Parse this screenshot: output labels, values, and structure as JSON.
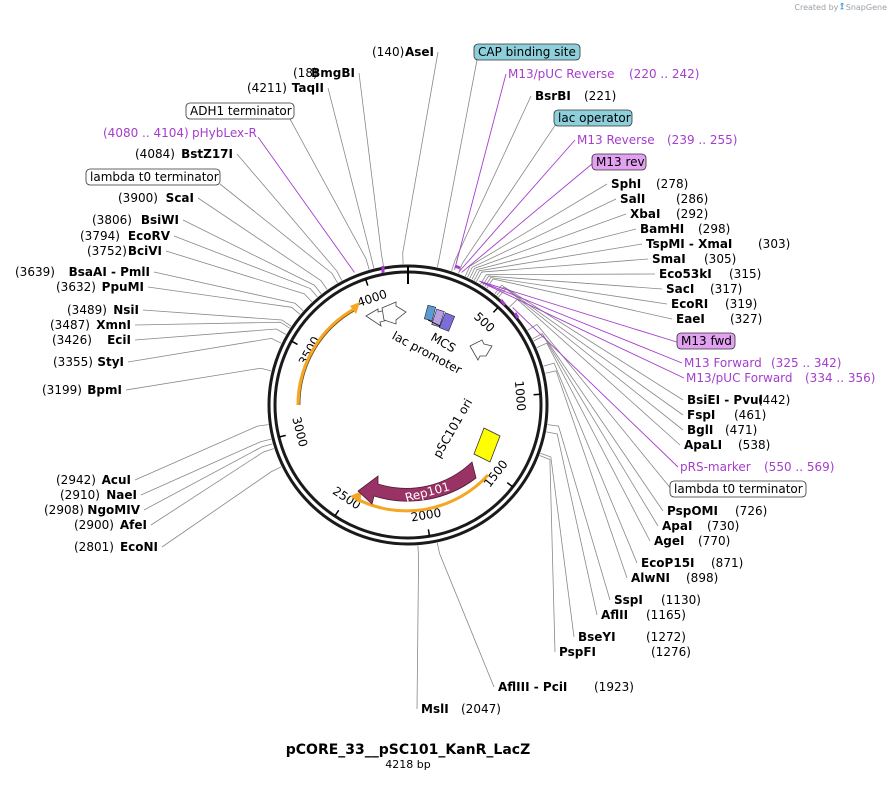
{
  "credit": {
    "prefix": "Created by",
    "brand": "SnapGene"
  },
  "plasmid": {
    "name": "pCORE_33__pSC101_KanR_LacZ",
    "length_label": "4218 bp"
  },
  "colors": {
    "backbone": "#1a1a1a",
    "purple": "#a53ecc",
    "cap_box": "#8ecfdc",
    "lac_box": "#8ecfdc",
    "m13_box": "#e3a1f2",
    "ori": "#ffff00",
    "rep": "#993366",
    "orange": "#f5a623"
  },
  "ticks": [
    "500",
    "1000",
    "1500",
    "2000",
    "2500",
    "3000",
    "3500",
    "4000"
  ],
  "features": {
    "mcs": "MCS",
    "lac_promoter": "lac promoter",
    "psc101_ori": "pSC101 ori",
    "rep101": "Rep101"
  },
  "left_sites": [
    {
      "pos": "(140)",
      "name": "AseI"
    },
    {
      "pos": "(18)",
      "name": "BmgBI"
    },
    {
      "pos": "(4211)",
      "name": "TaqII"
    },
    {
      "pos": "(4084)",
      "name": "BstZ17I"
    },
    {
      "pos": "(3900)",
      "name": "ScaI"
    },
    {
      "pos": "(3806)",
      "name": "BsiWI"
    },
    {
      "pos": "(3794)",
      "name": "EcoRV"
    },
    {
      "pos": "(3752)",
      "name": "BciVI"
    },
    {
      "pos": "(3639)",
      "name": "BsaAI",
      "name2": "PmlI"
    },
    {
      "pos": "(3632)",
      "name": "PpuMI"
    },
    {
      "pos": "(3489)",
      "name": "NsiI"
    },
    {
      "pos": "(3487)",
      "name": "XmnI"
    },
    {
      "pos": "(3426)",
      "name": "EciI"
    },
    {
      "pos": "(3355)",
      "name": "StyI"
    },
    {
      "pos": "(3199)",
      "name": "BpmI"
    },
    {
      "pos": "(2942)",
      "name": "AcuI"
    },
    {
      "pos": "(2910)",
      "name": "NaeI"
    },
    {
      "pos": "(2908)",
      "name": "NgoMIV"
    },
    {
      "pos": "(2900)",
      "name": "AfeI"
    },
    {
      "pos": "(2801)",
      "name": "EcoNI"
    }
  ],
  "right_sites": [
    {
      "name": "BsrBI",
      "pos": "(221)"
    },
    {
      "name": "SphI",
      "pos": "(278)"
    },
    {
      "name": "SalI",
      "pos": "(286)"
    },
    {
      "name": "XbaI",
      "pos": "(292)"
    },
    {
      "name": "BamHI",
      "pos": "(298)"
    },
    {
      "name": "TspMI",
      "name2": "XmaI",
      "pos": "(303)"
    },
    {
      "name": "SmaI",
      "pos": "(305)"
    },
    {
      "name": "Eco53kI",
      "pos": "(315)"
    },
    {
      "name": "SacI",
      "pos": "(317)"
    },
    {
      "name": "EcoRI",
      "pos": "(319)"
    },
    {
      "name": "EaeI",
      "pos": "(327)"
    },
    {
      "name": "BsiEI",
      "name2": "PvuI",
      "pos": "(442)"
    },
    {
      "name": "FspI",
      "pos": "(461)"
    },
    {
      "name": "BglI",
      "pos": "(471)"
    },
    {
      "name": "ApaLI",
      "pos": "(538)"
    },
    {
      "name": "PspOMI",
      "pos": "(726)"
    },
    {
      "name": "ApaI",
      "pos": "(730)"
    },
    {
      "name": "AgeI",
      "pos": "(770)"
    },
    {
      "name": "EcoP15I",
      "pos": "(871)"
    },
    {
      "name": "AlwNI",
      "pos": "(898)"
    },
    {
      "name": "SspI",
      "pos": "(1130)"
    },
    {
      "name": "AflII",
      "pos": "(1165)"
    },
    {
      "name": "BseYI",
      "pos": "(1272)"
    },
    {
      "name": "PspFI",
      "pos": "(1276)"
    },
    {
      "name": "AflIII",
      "name2": "PciI",
      "pos": "(1923)"
    },
    {
      "name": "MslI",
      "pos": "(2047)"
    }
  ],
  "boxed_labels": {
    "cap": "CAP binding site",
    "lac_operator": "lac operator",
    "m13_rev": "M13 rev",
    "m13_fwd": "M13 fwd",
    "adh1": "ADH1 terminator",
    "lambda_left": "lambda t0 terminator",
    "lambda_right": "lambda t0 terminator"
  },
  "primers": {
    "m13_puc_reverse": {
      "name": "M13/pUC Reverse",
      "range": "(220 .. 242)"
    },
    "m13_reverse": {
      "name": "M13 Reverse",
      "range": "(239 .. 255)"
    },
    "m13_forward": {
      "name": "M13 Forward",
      "range": "(325 .. 342)"
    },
    "m13_puc_forward": {
      "name": "M13/pUC Forward",
      "range": "(334 .. 356)"
    },
    "prs_marker": {
      "name": "pRS-marker",
      "range": "(550 .. 569)"
    },
    "phyblex_r": {
      "range": "(4080 .. 4104)",
      "name": "pHybLex-R"
    }
  }
}
